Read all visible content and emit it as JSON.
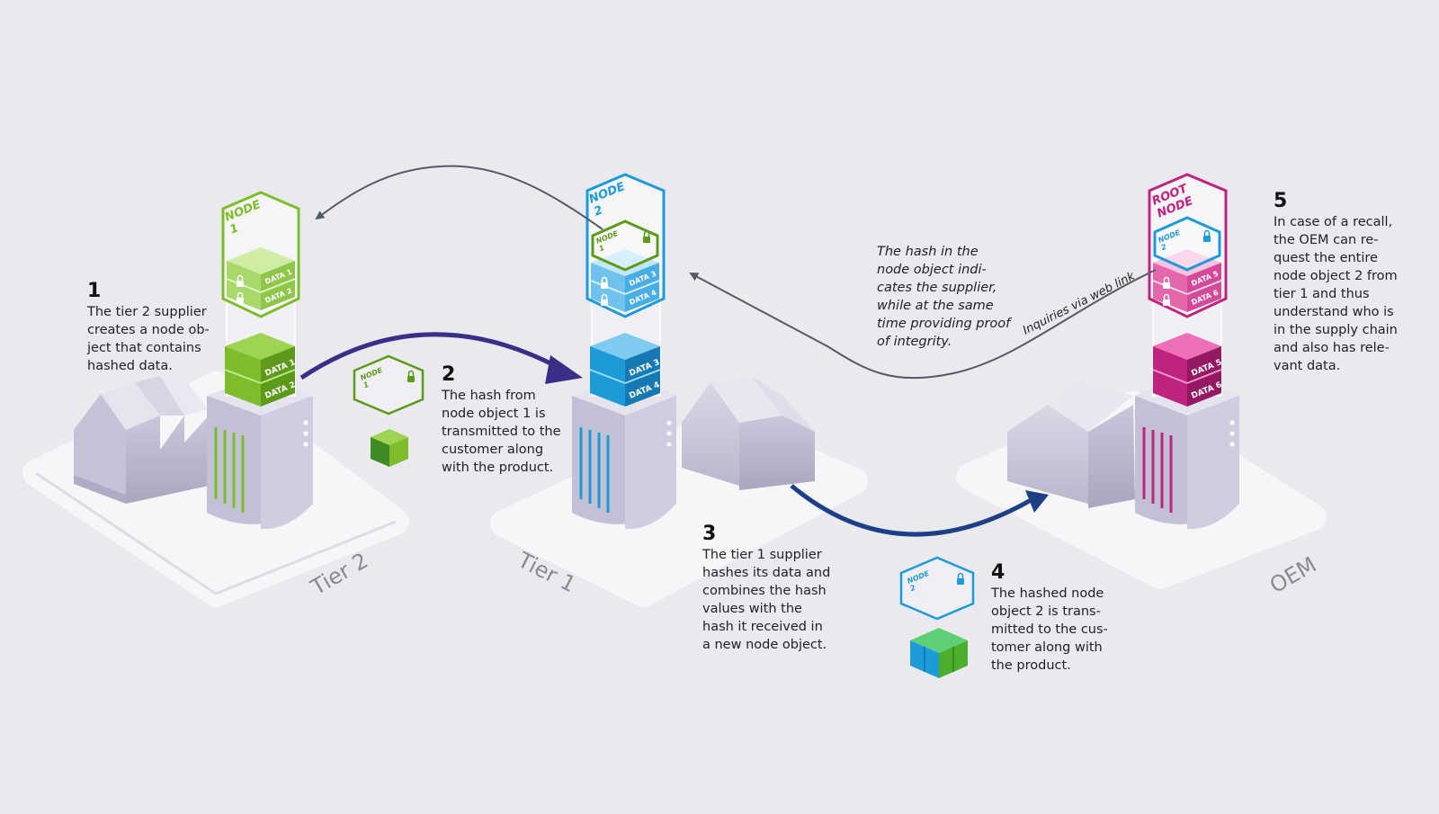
{
  "colors": {
    "background": "#e9e9ee",
    "tier2_green": "#7dbd2c",
    "tier1_blue": "#1d9bd9",
    "oem_magenta": "#c0237f",
    "arrow_purple": "#3a2f86",
    "arrow_navy": "#1d3f86",
    "arrow_gray": "#555a66"
  },
  "sites": {
    "tier2": {
      "label": "Tier 2"
    },
    "tier1": {
      "label": "Tier 1"
    },
    "oem": {
      "label": "OEM"
    }
  },
  "nodes": {
    "node1": {
      "title_line1": "NODE",
      "title_line2": "1",
      "data_a": "DATA 1",
      "data_b": "DATA 2"
    },
    "node2": {
      "title_line1": "NODE",
      "title_line2": "2",
      "inner_line1": "NODE",
      "inner_line2": "1",
      "data_a": "DATA 3",
      "data_b": "DATA 4"
    },
    "root": {
      "title_line1": "ROOT",
      "title_line2": "NODE",
      "inner_line1": "NODE",
      "inner_line2": "2",
      "data_a": "DATA 5",
      "data_b": "DATA 6"
    }
  },
  "packets": {
    "packet1": {
      "line1": "NODE",
      "line2": "1"
    },
    "packet2": {
      "line1": "NODE",
      "line2": "2"
    }
  },
  "steps": [
    {
      "number": "1",
      "lines": [
        "The tier 2 supplier",
        "creates a node ob-",
        "ject that contains",
        "hashed data."
      ]
    },
    {
      "number": "2",
      "lines": [
        "The hash from",
        "node object 1 is",
        "transmitted to the",
        "customer along",
        "with the product."
      ]
    },
    {
      "number": "3",
      "lines": [
        "The tier 1 supplier",
        "hashes its data and",
        "combines the hash",
        "values with the",
        "hash it received in",
        "a new node object."
      ]
    },
    {
      "number": "4",
      "lines": [
        "The hashed node",
        "object 2 is trans-",
        "mitted to the cus-",
        "tomer along with",
        "the product."
      ]
    },
    {
      "number": "5",
      "lines": [
        "In case of a recall,",
        "the OEM can re-",
        "quest the entire",
        "node object 2 from",
        "tier 1 and thus",
        "understand who is",
        "in the supply chain",
        "and also has rele-",
        "vant data."
      ]
    }
  ],
  "note": {
    "lines": [
      "The hash in the",
      "node object indi-",
      "cates the supplier,",
      "while at the same",
      "time providing proof",
      "of integrity."
    ]
  },
  "inquiries_label": "Inquiries via web link"
}
